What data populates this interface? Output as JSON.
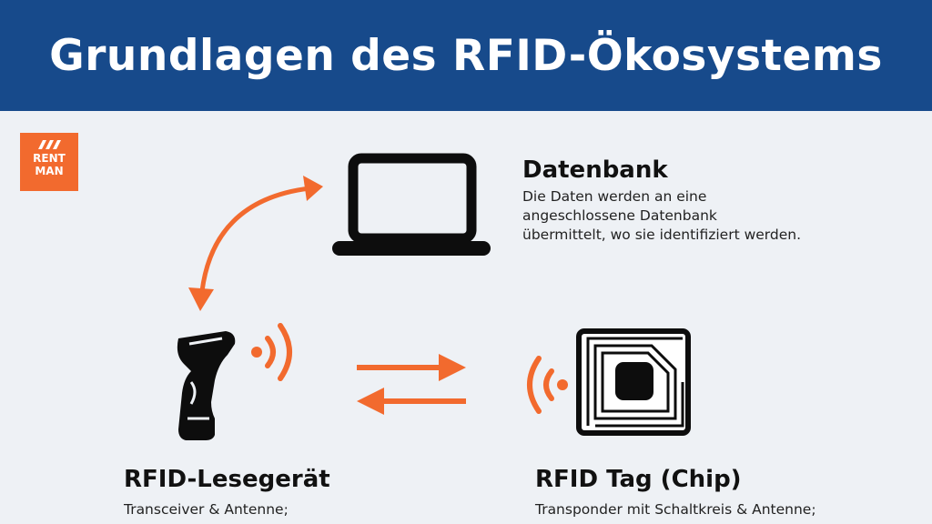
{
  "header": {
    "title": "Grundlagen des RFID-Ökosystems"
  },
  "logo": {
    "line1": "RENT",
    "line2": "MAN"
  },
  "database": {
    "heading": "Datenbank",
    "description_lines": [
      "Die Daten werden an eine",
      "angeschlossene Datenbank",
      "übermittelt, wo sie identifiziert werden."
    ]
  },
  "reader": {
    "heading": "RFID-Lesegerät",
    "description_lines": [
      "Transceiver & Antenne;"
    ]
  },
  "tag": {
    "heading": "RFID Tag (Chip)",
    "description_lines": [
      "Transponder mit Schaltkreis & Antenne;"
    ]
  },
  "colors": {
    "header_bg": "#174a8b",
    "accent": "#f26a2e",
    "background": "#eef1f5",
    "icon": "#0d0d0d"
  },
  "icons": [
    "laptop-icon",
    "barcode-scanner-icon",
    "rfid-chip-icon",
    "signal-waves-icon",
    "double-arrow-icon",
    "exchange-arrows-icon"
  ]
}
